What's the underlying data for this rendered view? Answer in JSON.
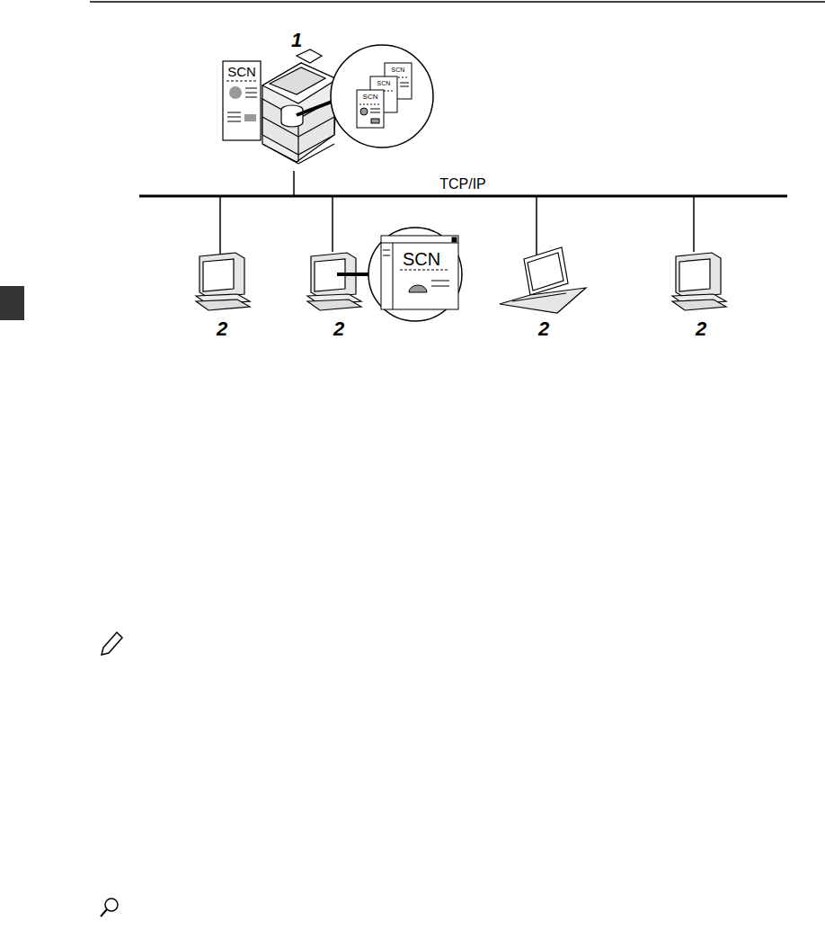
{
  "diagram": {
    "labels": [
      "1",
      "SCN",
      "SCN",
      "SCN",
      "SCN",
      "TCP/IP",
      "2",
      "2",
      "SCN",
      "2",
      "2"
    ]
  }
}
